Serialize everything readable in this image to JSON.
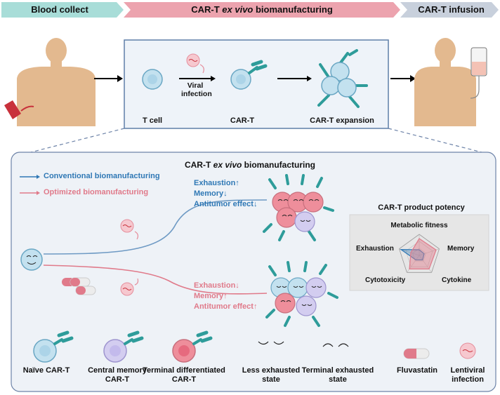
{
  "banners": {
    "blood_collect": "Blood collect",
    "manufacturing_pre": "CAR-T ",
    "manufacturing_italic": "ex vivo",
    "manufacturing_post": " biomanufacturing",
    "infusion": "CAR-T infusion"
  },
  "top_process": {
    "t_cell": "T cell",
    "viral_infection_line1": "Viral",
    "viral_infection_line2": "infection",
    "car_t": "CAR-T",
    "car_t_expansion": "CAR-T expansion"
  },
  "detail": {
    "title_pre": "CAR-T ",
    "title_italic": "ex vivo",
    "title_post": " biomanufacturing",
    "legend": [
      {
        "label": "Conventional biomanufacturing",
        "color": "#2f78b5"
      },
      {
        "label": "Optimized biomanufacturing",
        "color": "#e07a8a"
      }
    ],
    "conventional_effects": [
      "Exhaustion↑",
      "Memory↓",
      "Antitumor effect↓"
    ],
    "optimized_effects": [
      "Exhaustion↓",
      "Memory↑",
      "Antitumor effect↑"
    ],
    "potency": {
      "title": "CAR-T product potency",
      "axes": [
        "Metabolic fitness",
        "Memory",
        "Cytokine",
        "Cytotoxicity",
        "Exhaustion"
      ]
    }
  },
  "legend_bottom": {
    "naive": "Naïve CAR-T",
    "central_memory_1": "Central memory",
    "central_memory_2": "CAR-T",
    "terminal_diff_1": "Terminal differentiated",
    "terminal_diff_2": "CAR-T",
    "less_exhausted_1": "Less exhausted",
    "less_exhausted_2": "state",
    "terminal_exhausted_1": "Terminal exhausted",
    "terminal_exhausted_2": "state",
    "fluvastatin": "Fluvastatin",
    "lentiviral_1": "Lentiviral",
    "lentiviral_2": "infection"
  },
  "colors": {
    "teal_banner": "#a8ddd8",
    "pink_banner": "#eca3ae",
    "grey_banner": "#c8d0dc",
    "conventional": "#2f78b5",
    "optimized": "#e07a8a",
    "receptor": "#2e9c9a",
    "cell_blue": "#b9dcec",
    "cell_red": "#ee8e9b",
    "cell_purple": "#d3cdf0"
  }
}
